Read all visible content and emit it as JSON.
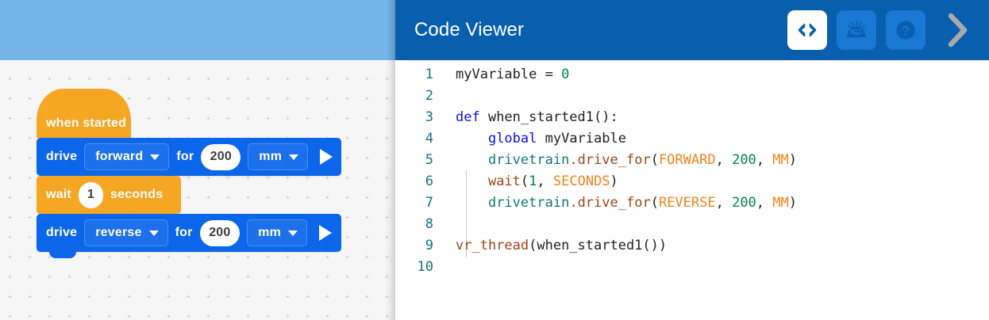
{
  "workspace": {
    "blocks": [
      {
        "type": "hat",
        "id": "when-started",
        "label": "when started"
      },
      {
        "type": "drive",
        "id": "drive-forward",
        "verb": "drive",
        "direction": "forward",
        "for_label": "for",
        "amount": "200",
        "unit": "mm",
        "run_icon": "play-icon"
      },
      {
        "type": "wait",
        "id": "wait-1",
        "verb": "wait",
        "amount": "1",
        "unit_label": "seconds"
      },
      {
        "type": "drive",
        "id": "drive-reverse",
        "verb": "drive",
        "direction": "reverse",
        "for_label": "for",
        "amount": "200",
        "unit": "mm",
        "run_icon": "play-icon"
      }
    ],
    "colors": {
      "sky": "#74b5e8",
      "canvas": "#f6f6f6",
      "block_blue": "#0b66ea",
      "block_orange": "#f5a623"
    }
  },
  "code_viewer": {
    "title": "Code Viewer",
    "header_color": "#0a5eae",
    "actions": [
      {
        "id": "code-view",
        "icon": "code-brackets-icon",
        "state": "active"
      },
      {
        "id": "dashboard",
        "icon": "gauge-dashboard-icon",
        "state": "inactive"
      },
      {
        "id": "help",
        "icon": "question-circle-icon",
        "state": "inactive"
      },
      {
        "id": "collapse",
        "icon": "chevron-right-icon",
        "state": "inactive"
      }
    ],
    "lines": [
      {
        "n": "1",
        "text": "myVariable = 0"
      },
      {
        "n": "2",
        "text": ""
      },
      {
        "n": "3",
        "text": "def when_started1():"
      },
      {
        "n": "4",
        "text": "    global myVariable"
      },
      {
        "n": "5",
        "text": "    drivetrain.drive_for(FORWARD, 200, MM)"
      },
      {
        "n": "6",
        "text": "    wait(1, SECONDS)"
      },
      {
        "n": "7",
        "text": "    drivetrain.drive_for(REVERSE, 200, MM)"
      },
      {
        "n": "8",
        "text": ""
      },
      {
        "n": "9",
        "text": "vr_thread(when_started1())"
      },
      {
        "n": "10",
        "text": ""
      }
    ],
    "tokens": [
      [
        {
          "t": "myVariable = ",
          "c": "tk-pl"
        },
        {
          "t": "0",
          "c": "tk-num"
        }
      ],
      [],
      [
        {
          "t": "def",
          "c": "tk-kw"
        },
        {
          "t": " when_started1():",
          "c": "tk-pl"
        }
      ],
      [
        {
          "t": "    ",
          "c": "tk-pl"
        },
        {
          "t": "global",
          "c": "tk-kw"
        },
        {
          "t": " myVariable",
          "c": "tk-pl"
        }
      ],
      [
        {
          "t": "    ",
          "c": "tk-pl"
        },
        {
          "t": "drivetrain",
          "c": "tk-mod"
        },
        {
          "t": ".",
          "c": "tk-fn"
        },
        {
          "t": "drive_for",
          "c": "tk-fn"
        },
        {
          "t": "(",
          "c": "tk-pl"
        },
        {
          "t": "FORWARD",
          "c": "tk-const"
        },
        {
          "t": ", ",
          "c": "tk-pl"
        },
        {
          "t": "200",
          "c": "tk-num"
        },
        {
          "t": ", ",
          "c": "tk-pl"
        },
        {
          "t": "MM",
          "c": "tk-const"
        },
        {
          "t": ")",
          "c": "tk-pl"
        }
      ],
      [
        {
          "t": "    ",
          "c": "tk-pl"
        },
        {
          "t": "wait",
          "c": "tk-fn"
        },
        {
          "t": "(",
          "c": "tk-pl"
        },
        {
          "t": "1",
          "c": "tk-num"
        },
        {
          "t": ", ",
          "c": "tk-pl"
        },
        {
          "t": "SECONDS",
          "c": "tk-const"
        },
        {
          "t": ")",
          "c": "tk-pl"
        }
      ],
      [
        {
          "t": "    ",
          "c": "tk-pl"
        },
        {
          "t": "drivetrain",
          "c": "tk-mod"
        },
        {
          "t": ".",
          "c": "tk-fn"
        },
        {
          "t": "drive_for",
          "c": "tk-fn"
        },
        {
          "t": "(",
          "c": "tk-pl"
        },
        {
          "t": "REVERSE",
          "c": "tk-const"
        },
        {
          "t": ", ",
          "c": "tk-pl"
        },
        {
          "t": "200",
          "c": "tk-num"
        },
        {
          "t": ", ",
          "c": "tk-pl"
        },
        {
          "t": "MM",
          "c": "tk-const"
        },
        {
          "t": ")",
          "c": "tk-pl"
        }
      ],
      [],
      [
        {
          "t": "vr_thread",
          "c": "tk-fn"
        },
        {
          "t": "(when_started1())",
          "c": "tk-pl"
        }
      ],
      []
    ]
  }
}
